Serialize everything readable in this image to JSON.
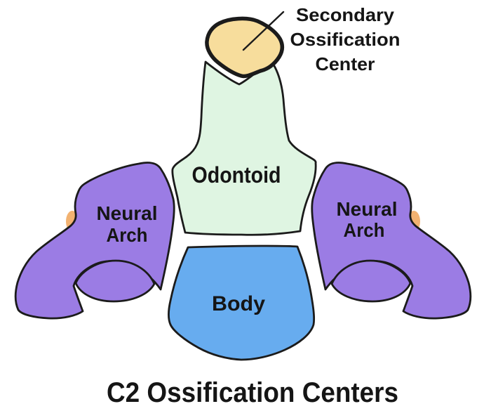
{
  "title": "C2 Ossification Centers",
  "colors": {
    "background": "#ffffff",
    "outline": "#1b1b1b",
    "text": "#151515",
    "secondary_center": "#f7dd9c",
    "odontoid": "#dff5e2",
    "neural_arch": "#9b7ce4",
    "body": "#67acef",
    "accent": "#f0a558"
  },
  "labels": {
    "secondary_line1": "Secondary",
    "secondary_line2": "Ossification",
    "secondary_line3": "Center",
    "odontoid": "Odontoid",
    "neural_arch_left_line1": "Neural",
    "neural_arch_left_line2": "Arch",
    "neural_arch_right_line1": "Neural",
    "neural_arch_right_line2": "Arch",
    "body": "Body"
  }
}
